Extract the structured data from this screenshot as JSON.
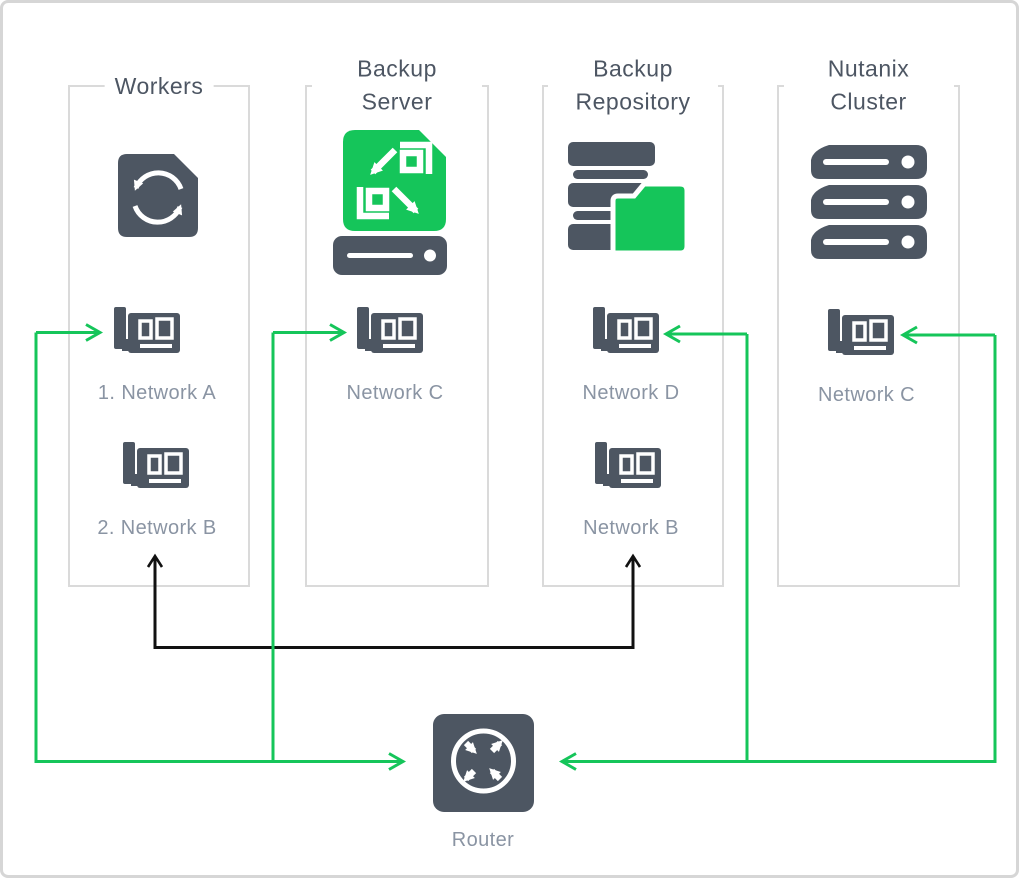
{
  "palette": {
    "green": "#15C55A",
    "slate": "#4D5662",
    "frame_border": "#DADADA",
    "label_gray": "#8A94A3",
    "line_black": "#111111"
  },
  "groups": [
    {
      "id": "workers",
      "title": "Workers",
      "icon": "sync-document-icon",
      "adapters": [
        {
          "icon": "network-adapter-icon",
          "label": "1. Network A"
        },
        {
          "icon": "network-adapter-icon",
          "label": "2. Network B"
        }
      ]
    },
    {
      "id": "backup-server",
      "title": "Backup Server",
      "icon": "backup-server-icon",
      "adapters": [
        {
          "icon": "network-adapter-icon",
          "label": "Network C"
        }
      ]
    },
    {
      "id": "backup-repository",
      "title": "Backup Repository",
      "icon": "backup-repository-icon",
      "adapters": [
        {
          "icon": "network-adapter-icon",
          "label": "Network D"
        },
        {
          "icon": "network-adapter-icon",
          "label": "Network B"
        }
      ]
    },
    {
      "id": "nutanix-cluster",
      "title": "Nutanix Cluster",
      "icon": "server-stack-icon",
      "adapters": [
        {
          "icon": "network-adapter-icon",
          "label": "Network C"
        }
      ]
    }
  ],
  "router": {
    "label": "Router",
    "icon": "router-icon"
  },
  "connections": [
    {
      "from": "router",
      "to": "workers / 1. Network A",
      "color": "green"
    },
    {
      "from": "router",
      "to": "backup-server / Network C",
      "color": "green"
    },
    {
      "from": "router",
      "to": "backup-repository / Network D",
      "color": "green"
    },
    {
      "from": "router",
      "to": "nutanix-cluster / Network C",
      "color": "green"
    },
    {
      "from": "workers / 2. Network B",
      "to": "backup-repository / Network B",
      "color": "black"
    }
  ]
}
